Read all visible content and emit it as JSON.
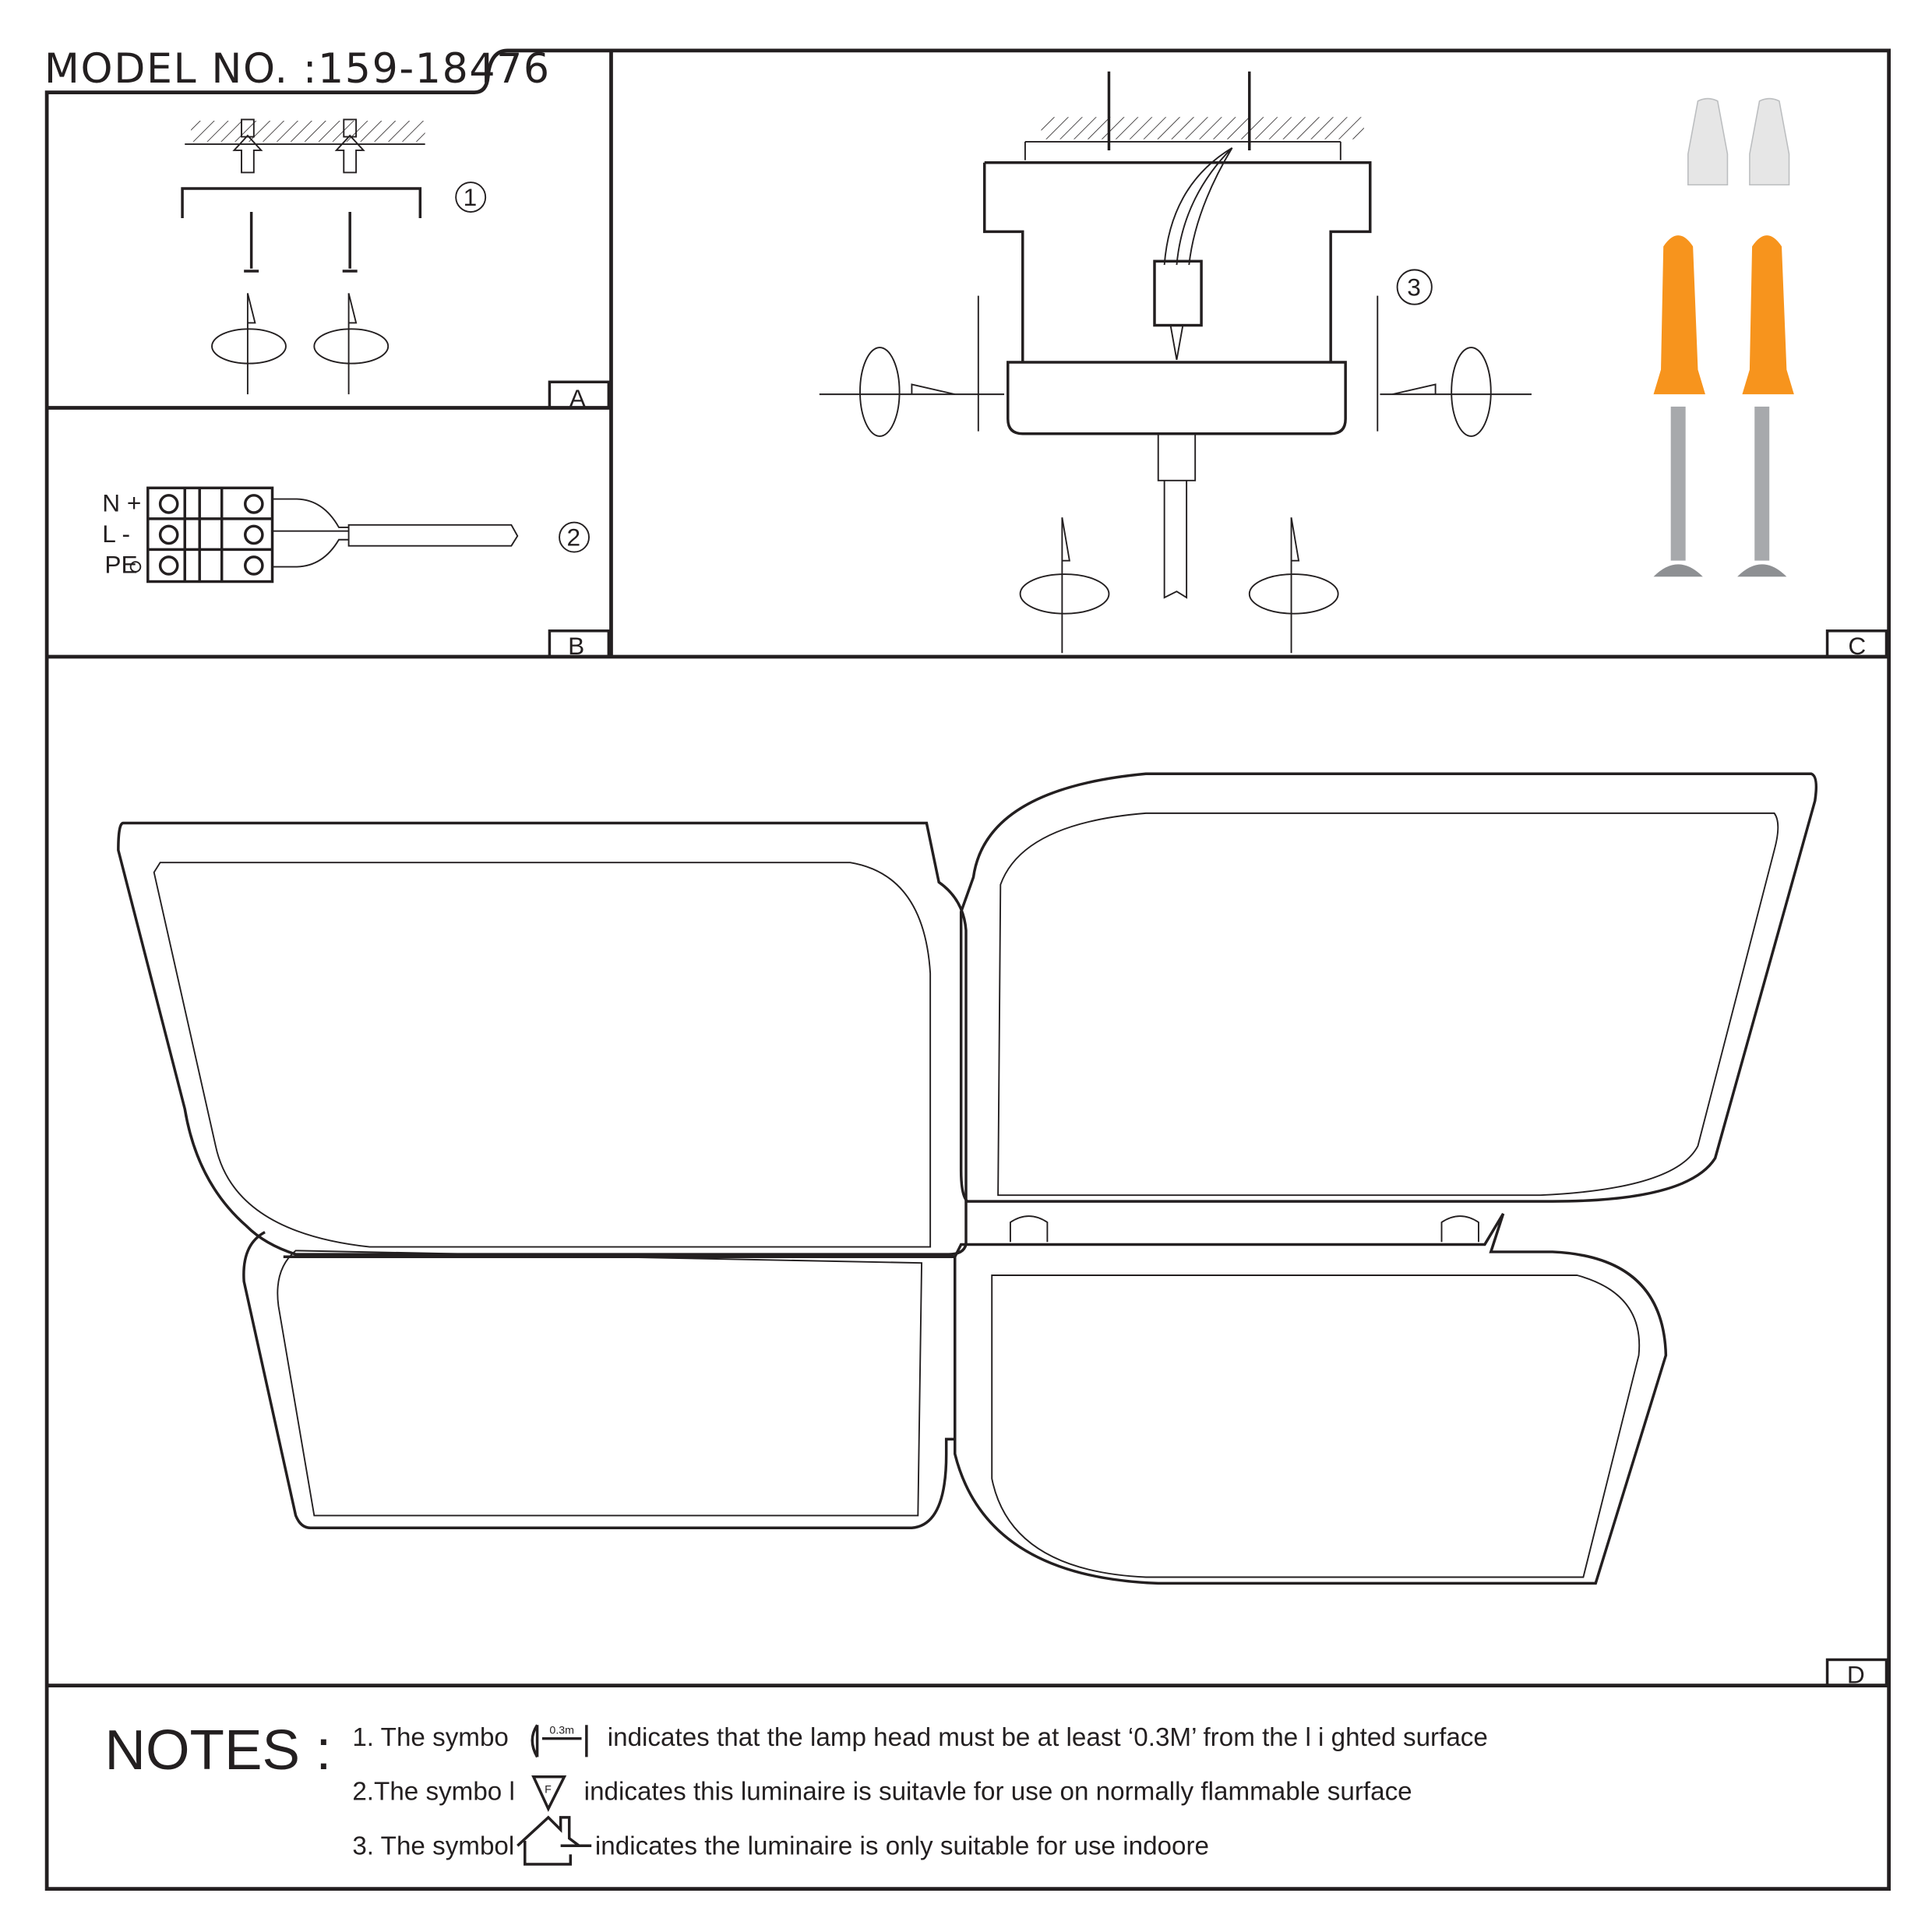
{
  "title": "MODEL NO. :159-18476",
  "panels": {
    "a": "A",
    "b": "B",
    "c": "C",
    "d": "D"
  },
  "steps": {
    "one": "1",
    "two": "2",
    "three": "3"
  },
  "terminal_labels": [
    "N +",
    "L -",
    "PE"
  ],
  "notes": {
    "heading": "NOTES :",
    "items": [
      {
        "before": "1. The symbo",
        "symbol_text": "0.3m",
        "after": "indicates that the lamp head must be at least ‘0.3M’ from the l i ghted surface"
      },
      {
        "before": "2.The symbo l",
        "symbol_text": "F",
        "after": "indicates this luminaire is suitavle for use on normally flammable surface"
      },
      {
        "before": "3. The symbol",
        "after": "indicates the luminaire is only suitable for use indoore"
      }
    ]
  },
  "colors": {
    "line": "#231f20",
    "anchor": "#f7941d",
    "wire_nut": "#e6e6e6",
    "screw": "#a7a9ac"
  }
}
